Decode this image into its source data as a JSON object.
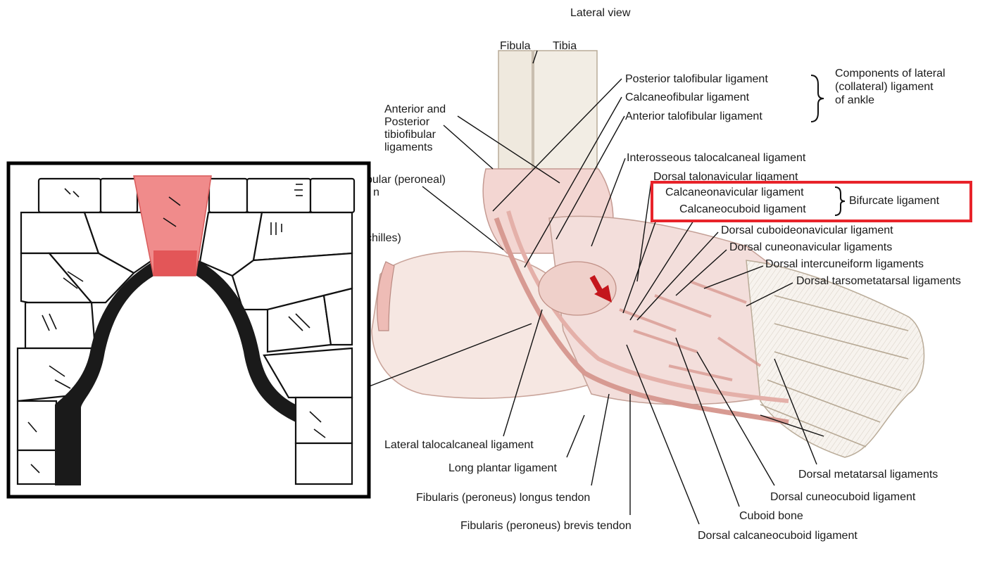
{
  "header": {
    "view": "Lateral view"
  },
  "bones_top": {
    "fibula": "Fibula",
    "tibia": "Tibia"
  },
  "labels_left": {
    "tibiofibular": [
      "Anterior and",
      "Posterior",
      "tibiofibular",
      "ligaments"
    ],
    "fibular_retinaculum_partial": "bular (peroneal)",
    "retinaculum_partial_2": "n",
    "achilles_partial": "chilles)"
  },
  "lateral_components": {
    "items": [
      "Posterior talofibular ligament",
      "Calcaneofibular ligament",
      "Anterior talofibular ligament"
    ],
    "group_label": [
      "Components of lateral",
      "(collateral) ligament",
      "of ankle"
    ]
  },
  "labels_right": [
    "Interosseous talocalcaneal ligament",
    "Dorsal talonavicular ligament",
    "Dorsal cuboideonavicular ligament",
    "Dorsal cuneonavicular ligaments",
    "Dorsal intercuneiform ligaments",
    "Dorsal tarsometatarsal ligaments"
  ],
  "bifurcate": {
    "items": [
      "Calcaneonavicular ligament",
      "Calcaneocuboid ligament"
    ],
    "group_label": "Bifurcate ligament",
    "highlight_color": "#e8232a"
  },
  "labels_bottom": [
    "Lateral talocalcaneal ligament",
    "Long plantar ligament",
    "Fibularis (peroneus) longus tendon",
    "Fibularis (peroneus) brevis tendon",
    "Dorsal calcaneocuboid ligament",
    "Cuboid bone",
    "Dorsal cuneocuboid ligament",
    "Dorsal metatarsal ligaments"
  ],
  "inset": {
    "keystone_color": "#f08b8b",
    "frame_color": "#000000"
  },
  "pointer_arrow_color": "#c4161c"
}
